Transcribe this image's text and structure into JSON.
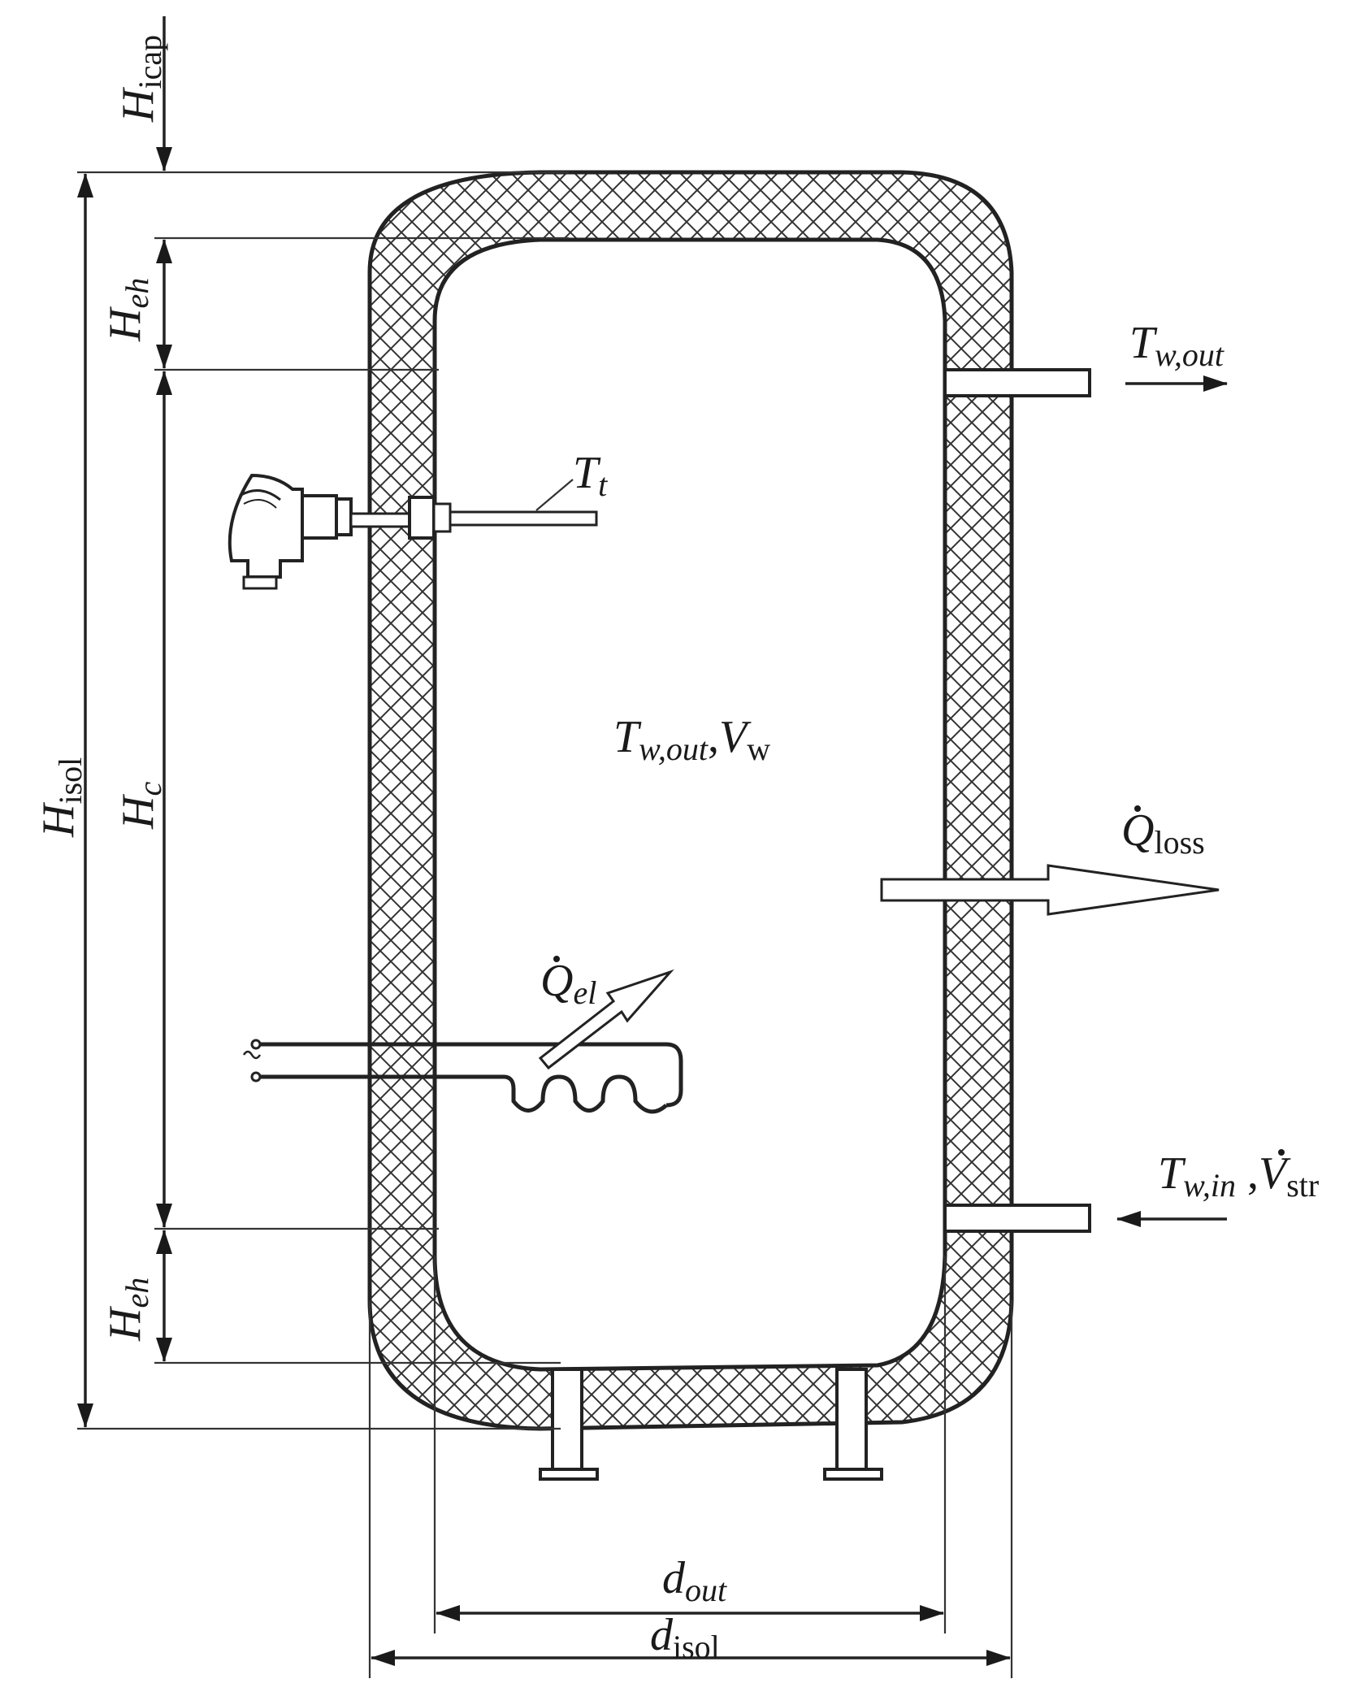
{
  "labels": {
    "h_icap": {
      "main": "H",
      "sub": "icap"
    },
    "h_eh_top": {
      "main": "H",
      "sub": "eh"
    },
    "h_c": {
      "main": "H",
      "sub": "c"
    },
    "h_isol": {
      "main": "H",
      "sub": "isol"
    },
    "h_eh_bottom": {
      "main": "H",
      "sub": "eh"
    },
    "t_t": {
      "main": "T",
      "sub": "t"
    },
    "t_w_out_outlet": {
      "main": "T",
      "sub": "w,out"
    },
    "tank_content": {
      "t_main": "T",
      "t_sub": "w,out",
      "sep": ",",
      "v_main": "V",
      "v_sub": "w"
    },
    "q_loss": {
      "main": "Q",
      "sub": "loss"
    },
    "q_el": {
      "main": "Q",
      "sub": "el"
    },
    "t_w_in": {
      "t_main": "T",
      "t_sub": "w,in",
      "sep": " ,",
      "v_main": "V",
      "v_sub": "str"
    },
    "d_out": {
      "main": "d",
      "sub": "out"
    },
    "d_isol": {
      "main": "d",
      "sub": "isol"
    }
  },
  "colors": {
    "stroke": "#222222",
    "fill": "#ffffff",
    "hatch": "#333333"
  }
}
